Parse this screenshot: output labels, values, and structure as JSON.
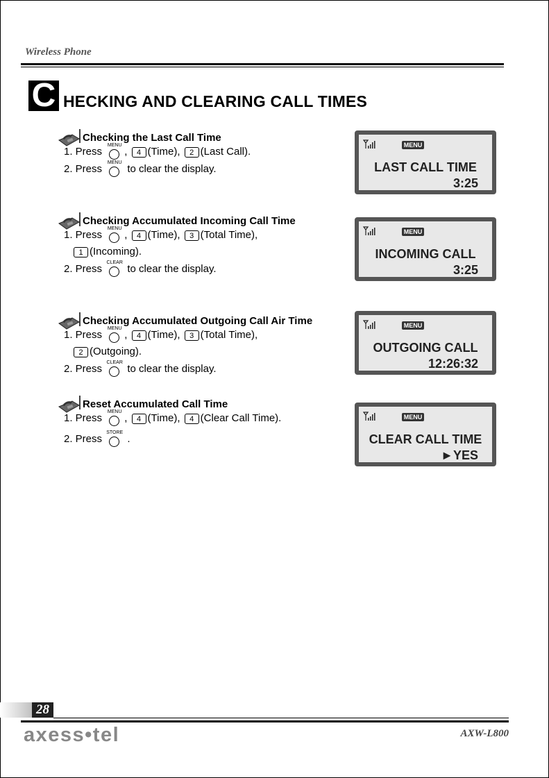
{
  "header": {
    "title": "Wireless Phone"
  },
  "section": {
    "initial": "C",
    "title_rest": "HECKING AND CLEARING CALL TIMES"
  },
  "subsections": [
    {
      "title": "Checking the Last Call Time",
      "step1": {
        "prefix": "1. Press",
        "menu_key": "MENU",
        "sep": ",",
        "key_a": "4",
        "key_a_label": "(Time),",
        "key_b": "2",
        "key_b_label": "(Last Call)."
      },
      "step2": {
        "prefix": "2. Press",
        "key_label": "MENU",
        "suffix": "to clear the display."
      },
      "lcd": {
        "menu": "MENU",
        "line1": "LAST CALL TIME",
        "line2": "3:25"
      }
    },
    {
      "title": "Checking Accumulated Incoming Call Time",
      "step1": {
        "prefix": "1. Press",
        "menu_key": "MENU",
        "sep": ",",
        "key_a": "4",
        "key_a_label": "(Time),",
        "key_b": "3",
        "key_b_label": "(Total Time),",
        "key_c": "1",
        "key_c_label": "(Incoming)."
      },
      "step2": {
        "prefix": "2. Press",
        "key_label": "CLEAR",
        "suffix": "to clear the display."
      },
      "lcd": {
        "menu": "MENU",
        "line1": "INCOMING CALL",
        "line2": "3:25"
      }
    },
    {
      "title": "Checking Accumulated Outgoing Call Air Time",
      "step1": {
        "prefix": "1. Press",
        "menu_key": "MENU",
        "sep": ",",
        "key_a": "4",
        "key_a_label": "(Time),",
        "key_b": "3",
        "key_b_label": "(Total Time),",
        "key_c": "2",
        "key_c_label": "(Outgoing)."
      },
      "step2": {
        "prefix": "2. Press",
        "key_label": "CLEAR",
        "suffix": "to clear the display."
      },
      "lcd": {
        "menu": "MENU",
        "line1": "OUTGOING CALL",
        "line2": "12:26:32"
      }
    },
    {
      "title": "Reset Accumulated Call Time",
      "step1": {
        "prefix": "1. Press",
        "menu_key": "MENU",
        "sep": ",",
        "key_a": "4",
        "key_a_label": "(Time),",
        "key_b": "4",
        "key_b_label": "(Clear Call Time)."
      },
      "step2": {
        "prefix": "2. Press",
        "key_label": "STORE",
        "suffix": "."
      },
      "lcd": {
        "menu": "MENU",
        "line1": "CLEAR CALL TIME",
        "line2": "►YES"
      }
    }
  ],
  "footer": {
    "page_number": "28",
    "brand": "axess•tel",
    "model": "AXW-L800"
  }
}
